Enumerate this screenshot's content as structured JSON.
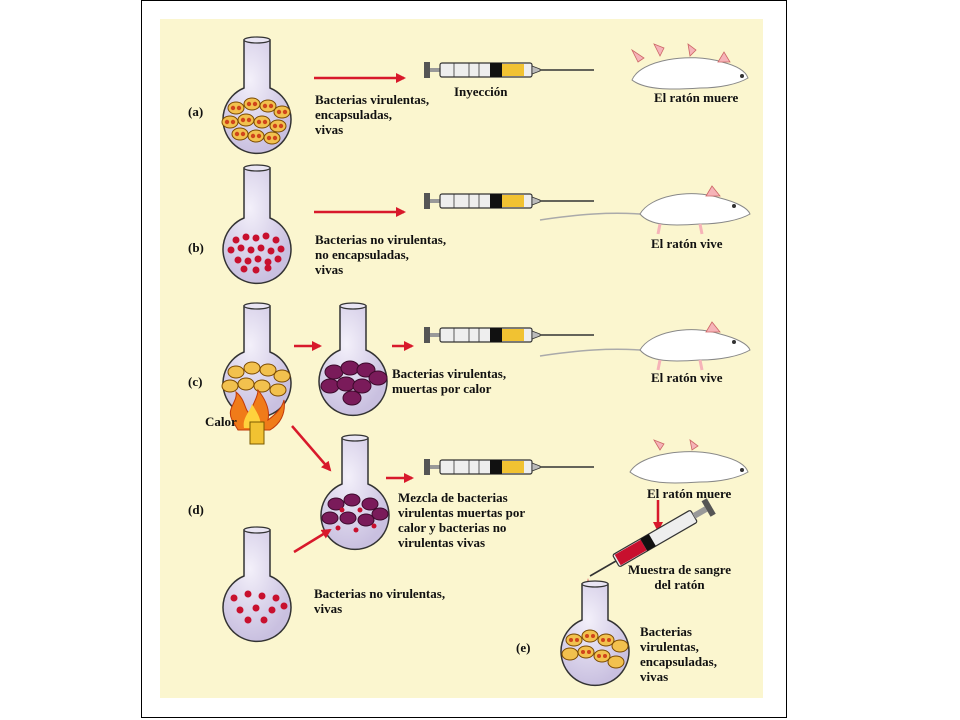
{
  "rows": {
    "a": {
      "letter": "(a)",
      "desc": [
        "Bacterias virulentas,",
        "encapsuladas,",
        "vivas"
      ],
      "action": "Inyección",
      "result": "El ratón muere"
    },
    "b": {
      "letter": "(b)",
      "desc": [
        "Bacterias no virulentas,",
        "no encapsuladas,",
        "vivas"
      ],
      "result": "El ratón vive"
    },
    "c": {
      "letter": "(c)",
      "desc": [
        "Bacterias virulentas,",
        "muertas por  calor"
      ],
      "heat": "Calor",
      "result": "El ratón vive"
    },
    "d": {
      "letter": "(d)",
      "mix": [
        "Mezcla de bacterias",
        "virulentas muertas  por",
        "calor y bacterias no",
        "virulentas vivas"
      ],
      "bottom": [
        "Bacterias no virulentas,",
        "vivas"
      ],
      "result": "El ratón muere",
      "blood": [
        "Muestra de sangre",
        "del ratón"
      ]
    },
    "e": {
      "letter": "(e)",
      "desc": [
        "Bacterias",
        "virulentas,",
        "encapsuladas,",
        "vivas"
      ]
    }
  },
  "colors": {
    "panel": "#fbf6cf",
    "arrow": "#d8192b",
    "flask": "#ddd6ee",
    "live_capsule": "#f2c14e",
    "dead": "#7a1b5a",
    "red_cell": "#c8102e"
  }
}
